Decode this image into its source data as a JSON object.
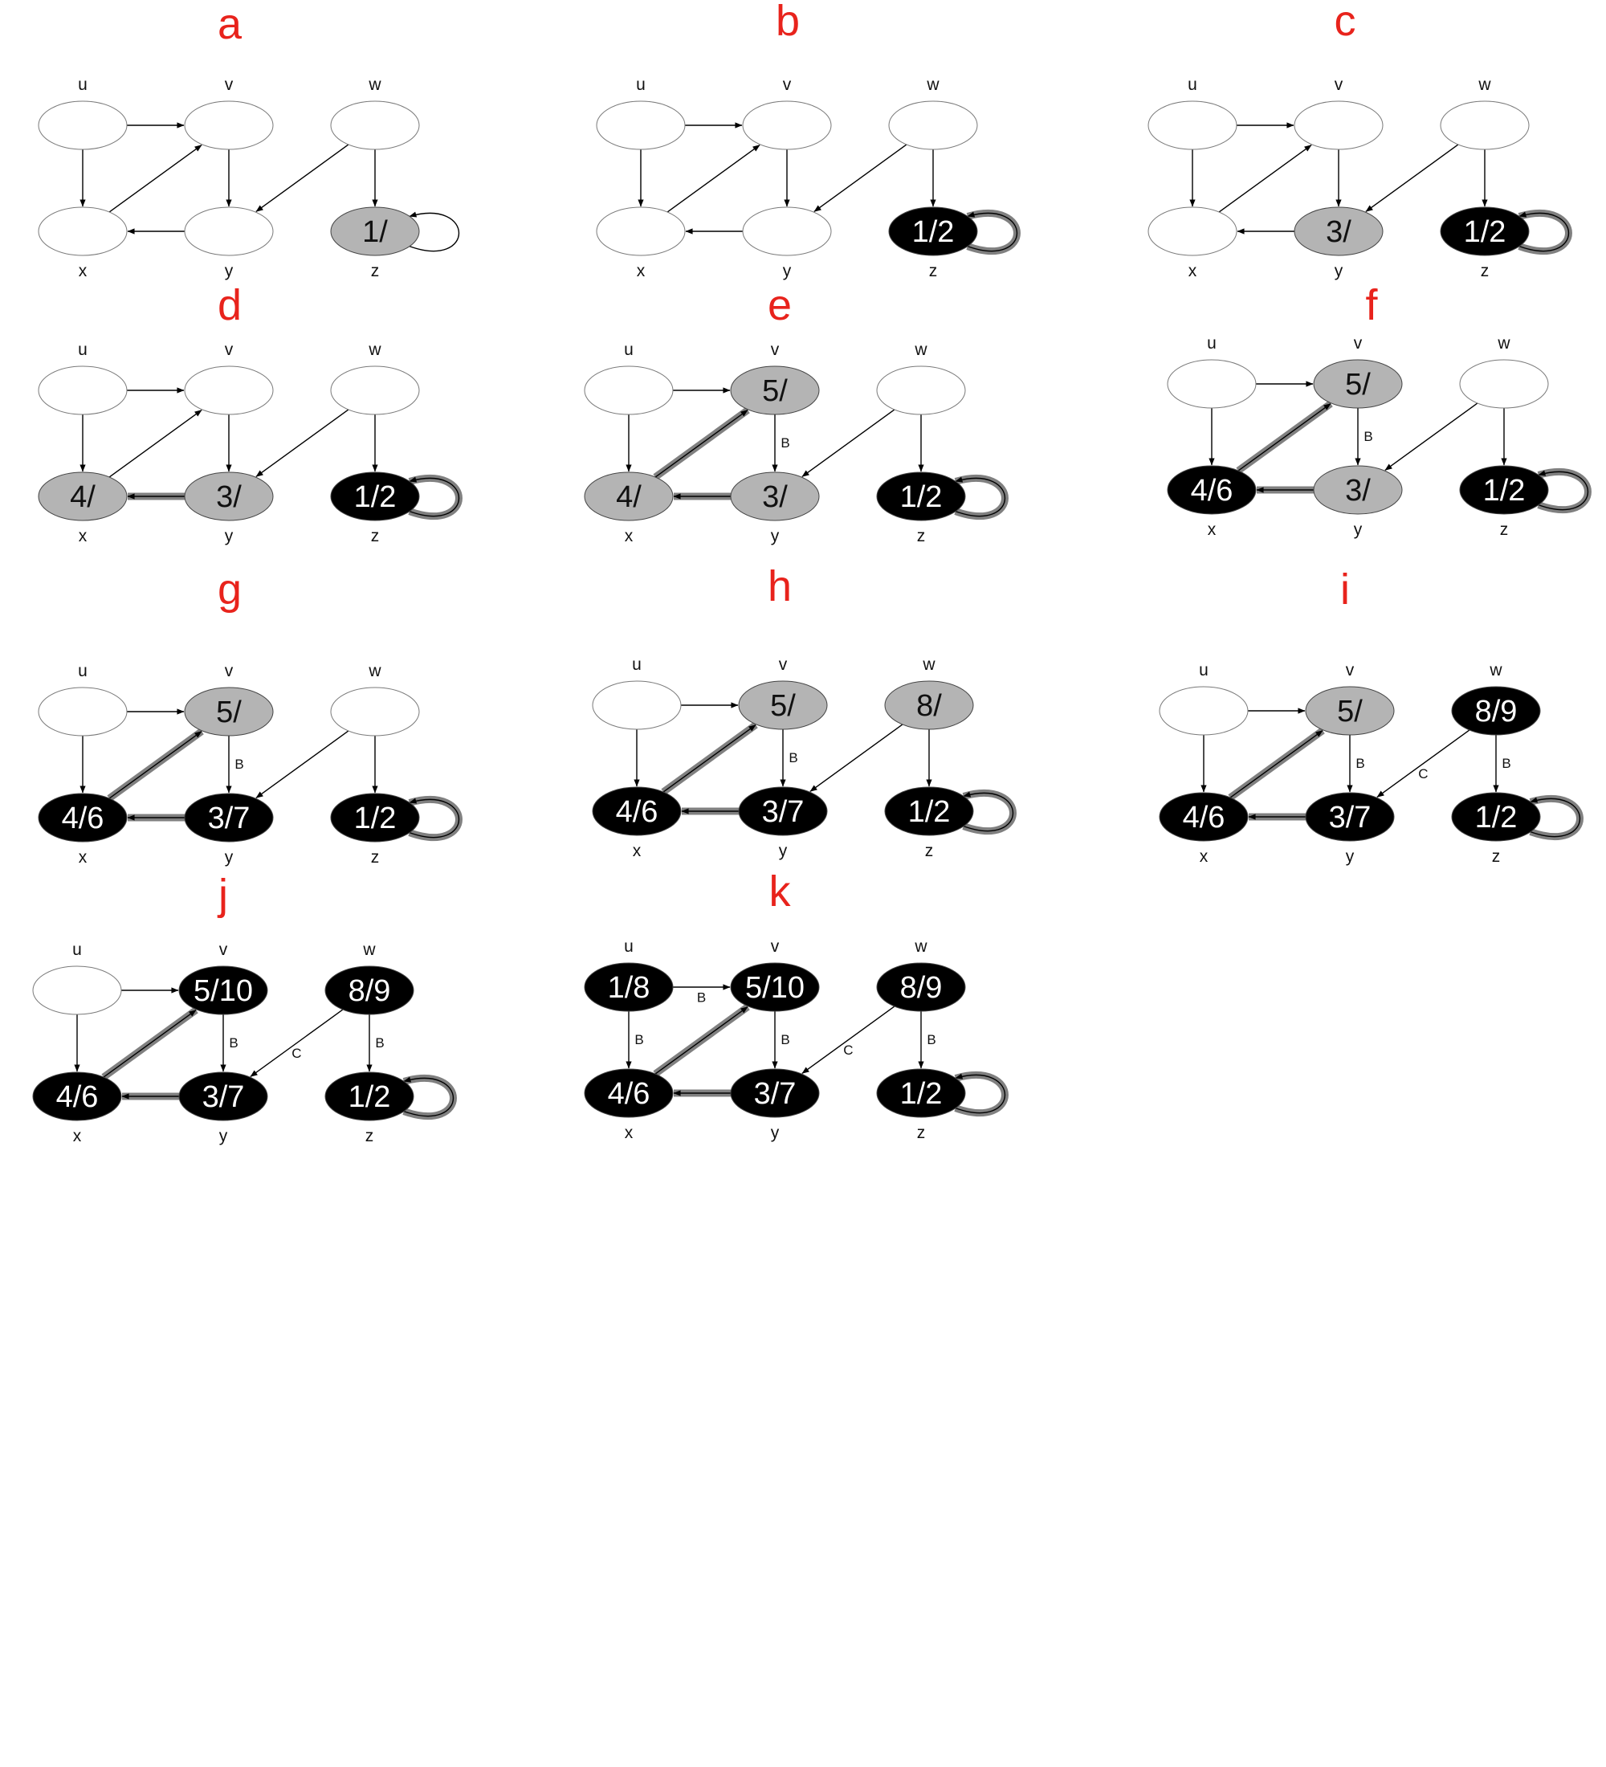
{
  "colors": {
    "title": "#e8231c",
    "white": "#ffffff",
    "gray": "#b4b4b4",
    "black": "#000000",
    "tree_edge": "#808080"
  },
  "vertices": [
    "u",
    "v",
    "w",
    "x",
    "y",
    "z"
  ],
  "edges": [
    [
      "u",
      "v"
    ],
    [
      "u",
      "x"
    ],
    [
      "x",
      "v"
    ],
    [
      "v",
      "y"
    ],
    [
      "y",
      "x"
    ],
    [
      "w",
      "y"
    ],
    [
      "w",
      "z"
    ],
    [
      "z",
      "z"
    ]
  ],
  "panels": [
    {
      "title": "a",
      "nodes": {
        "u": {
          "fill": "white",
          "text": ""
        },
        "v": {
          "fill": "white",
          "text": ""
        },
        "w": {
          "fill": "white",
          "text": ""
        },
        "x": {
          "fill": "white",
          "text": ""
        },
        "y": {
          "fill": "white",
          "text": ""
        },
        "z": {
          "fill": "gray",
          "text": "1/"
        }
      },
      "tree_edges": [],
      "edge_labels": {}
    },
    {
      "title": "b",
      "nodes": {
        "u": {
          "fill": "white",
          "text": ""
        },
        "v": {
          "fill": "white",
          "text": ""
        },
        "w": {
          "fill": "white",
          "text": ""
        },
        "x": {
          "fill": "white",
          "text": ""
        },
        "y": {
          "fill": "white",
          "text": ""
        },
        "z": {
          "fill": "black",
          "text": "1/2"
        }
      },
      "tree_edges": [
        "z-z"
      ],
      "edge_labels": {}
    },
    {
      "title": "c",
      "nodes": {
        "u": {
          "fill": "white",
          "text": ""
        },
        "v": {
          "fill": "white",
          "text": ""
        },
        "w": {
          "fill": "white",
          "text": ""
        },
        "x": {
          "fill": "white",
          "text": ""
        },
        "y": {
          "fill": "gray",
          "text": "3/"
        },
        "z": {
          "fill": "black",
          "text": "1/2"
        }
      },
      "tree_edges": [
        "z-z"
      ],
      "edge_labels": {}
    },
    {
      "title": "d",
      "nodes": {
        "u": {
          "fill": "white",
          "text": ""
        },
        "v": {
          "fill": "white",
          "text": ""
        },
        "w": {
          "fill": "white",
          "text": ""
        },
        "x": {
          "fill": "gray",
          "text": "4/"
        },
        "y": {
          "fill": "gray",
          "text": "3/"
        },
        "z": {
          "fill": "black",
          "text": "1/2"
        }
      },
      "tree_edges": [
        "z-z",
        "y-x"
      ],
      "edge_labels": {}
    },
    {
      "title": "e",
      "nodes": {
        "u": {
          "fill": "white",
          "text": ""
        },
        "v": {
          "fill": "gray",
          "text": "5/"
        },
        "w": {
          "fill": "white",
          "text": ""
        },
        "x": {
          "fill": "gray",
          "text": "4/"
        },
        "y": {
          "fill": "gray",
          "text": "3/"
        },
        "z": {
          "fill": "black",
          "text": "1/2"
        }
      },
      "tree_edges": [
        "z-z",
        "y-x",
        "x-v"
      ],
      "edge_labels": {
        "v-y": "B"
      }
    },
    {
      "title": "f",
      "nodes": {
        "u": {
          "fill": "white",
          "text": ""
        },
        "v": {
          "fill": "gray",
          "text": "5/"
        },
        "w": {
          "fill": "white",
          "text": ""
        },
        "x": {
          "fill": "black",
          "text": "4/6"
        },
        "y": {
          "fill": "gray",
          "text": "3/"
        },
        "z": {
          "fill": "black",
          "text": "1/2"
        }
      },
      "tree_edges": [
        "z-z",
        "y-x",
        "x-v"
      ],
      "edge_labels": {
        "v-y": "B"
      }
    },
    {
      "title": "g",
      "nodes": {
        "u": {
          "fill": "white",
          "text": ""
        },
        "v": {
          "fill": "gray",
          "text": "5/"
        },
        "w": {
          "fill": "white",
          "text": ""
        },
        "x": {
          "fill": "black",
          "text": "4/6"
        },
        "y": {
          "fill": "black",
          "text": "3/7"
        },
        "z": {
          "fill": "black",
          "text": "1/2"
        }
      },
      "tree_edges": [
        "z-z",
        "y-x",
        "x-v"
      ],
      "edge_labels": {
        "v-y": "B"
      }
    },
    {
      "title": "h",
      "nodes": {
        "u": {
          "fill": "white",
          "text": ""
        },
        "v": {
          "fill": "gray",
          "text": "5/"
        },
        "w": {
          "fill": "gray",
          "text": "8/"
        },
        "x": {
          "fill": "black",
          "text": "4/6"
        },
        "y": {
          "fill": "black",
          "text": "3/7"
        },
        "z": {
          "fill": "black",
          "text": "1/2"
        }
      },
      "tree_edges": [
        "z-z",
        "y-x",
        "x-v"
      ],
      "edge_labels": {
        "v-y": "B"
      }
    },
    {
      "title": "i",
      "nodes": {
        "u": {
          "fill": "white",
          "text": ""
        },
        "v": {
          "fill": "gray",
          "text": "5/"
        },
        "w": {
          "fill": "black",
          "text": "8/9"
        },
        "x": {
          "fill": "black",
          "text": "4/6"
        },
        "y": {
          "fill": "black",
          "text": "3/7"
        },
        "z": {
          "fill": "black",
          "text": "1/2"
        }
      },
      "tree_edges": [
        "z-z",
        "y-x",
        "x-v"
      ],
      "edge_labels": {
        "v-y": "B",
        "w-y": "C",
        "w-z": "B"
      }
    },
    {
      "title": "j",
      "nodes": {
        "u": {
          "fill": "white",
          "text": ""
        },
        "v": {
          "fill": "black",
          "text": "5/10"
        },
        "w": {
          "fill": "black",
          "text": "8/9"
        },
        "x": {
          "fill": "black",
          "text": "4/6"
        },
        "y": {
          "fill": "black",
          "text": "3/7"
        },
        "z": {
          "fill": "black",
          "text": "1/2"
        }
      },
      "tree_edges": [
        "z-z",
        "y-x",
        "x-v"
      ],
      "edge_labels": {
        "v-y": "B",
        "w-y": "C",
        "w-z": "B"
      }
    },
    {
      "title": "k",
      "nodes": {
        "u": {
          "fill": "black",
          "text": "1/8"
        },
        "v": {
          "fill": "black",
          "text": "5/10"
        },
        "w": {
          "fill": "black",
          "text": "8/9"
        },
        "x": {
          "fill": "black",
          "text": "4/6"
        },
        "y": {
          "fill": "black",
          "text": "3/7"
        },
        "z": {
          "fill": "black",
          "text": "1/2"
        }
      },
      "tree_edges": [
        "z-z",
        "y-x",
        "x-v"
      ],
      "edge_labels": {
        "u-v": "B",
        "u-x": "B",
        "v-y": "B",
        "w-y": "C",
        "w-z": "B"
      }
    }
  ]
}
